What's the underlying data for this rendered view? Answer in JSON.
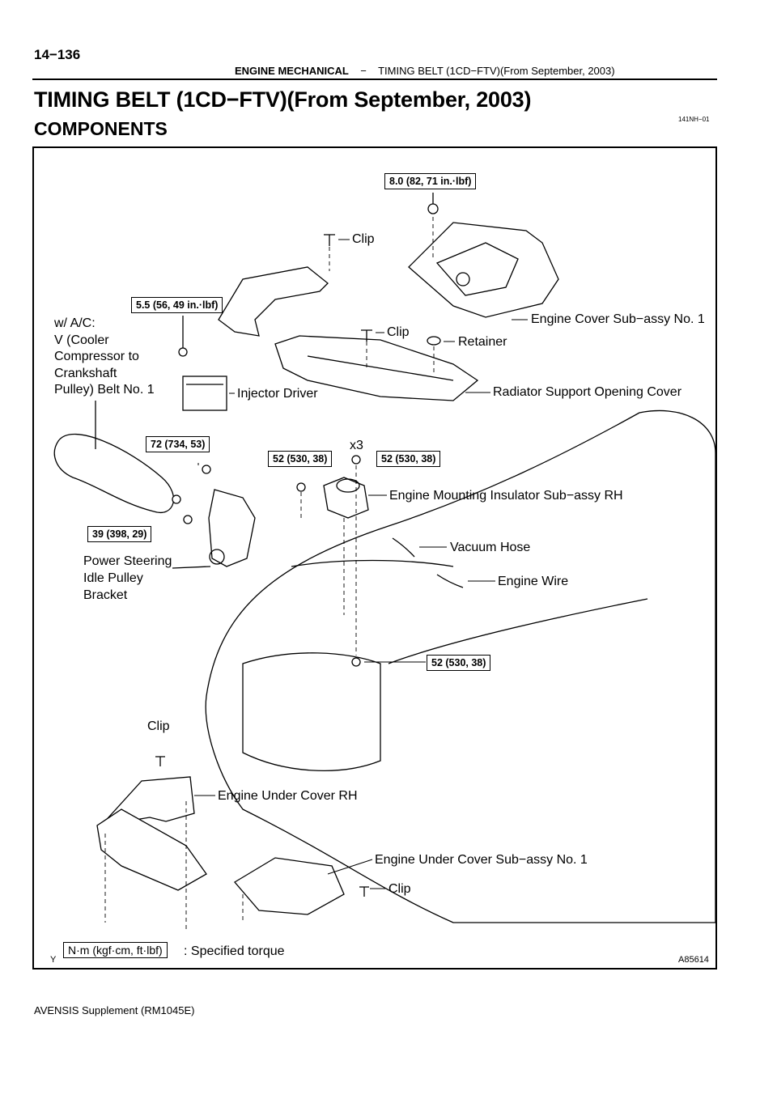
{
  "header": {
    "page_number": "14−136",
    "section": "ENGINE MECHANICAL",
    "separator": "−",
    "subsection": "TIMING BELT (1CD−FTV)(From September, 2003)"
  },
  "title": "TIMING BELT (1CD−FTV)(From September, 2003)",
  "subtitle": "COMPONENTS",
  "doc_code": "141NH−01",
  "figure_id": "A85614",
  "corner_mark": "Y",
  "footer": "AVENSIS Supplement   (RM1045E)",
  "labels": {
    "clip_top": "Clip",
    "clip_mid": "Clip",
    "engine_cover": "Engine Cover Sub−assy No. 1",
    "retainer": "Retainer",
    "radiator_cover": "Radiator Support Opening Cover",
    "injector_driver": "Injector Driver",
    "wac_line1": "w/ A/C:",
    "wac_line2": "V (Cooler",
    "wac_line3": "Compressor to",
    "wac_line4": "Crankshaft",
    "wac_line5": "Pulley) Belt No. 1",
    "x3": "x3",
    "engine_mount": "Engine Mounting Insulator Sub−assy RH",
    "vacuum_hose": "Vacuum Hose",
    "engine_wire": "Engine Wire",
    "ps_line1": "Power Steering",
    "ps_line2": "Idle Pulley",
    "ps_line3": "Bracket",
    "clip_lower_left": "Clip",
    "under_cover_rh": "Engine Under Cover RH",
    "under_cover_no1": "Engine Under Cover Sub−assy No. 1",
    "clip_lower_right": "Clip",
    "torque_legend": ": Specified torque"
  },
  "torques": {
    "t_top": "8.0 (82, 71 in.·lbf)",
    "t_injector": "5.5 (56, 49 in.·lbf)",
    "t_72": "72 (734, 53)",
    "t_39": "39 (398, 29)",
    "t_52_left": "52 (530, 38)",
    "t_52_right": "52 (530, 38)",
    "t_52_lower": "52 (530, 38)",
    "legend_unit": "N·m (kgf·cm, ft·lbf)"
  }
}
